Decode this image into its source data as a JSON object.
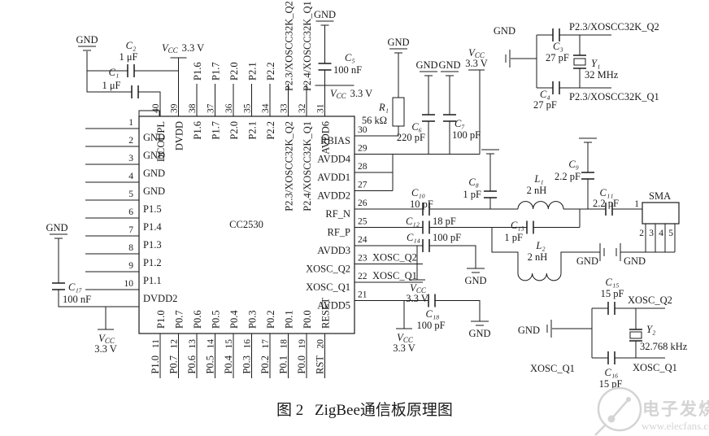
{
  "figure": {
    "caption_prefix": "图 2",
    "caption": "ZigBee通信板原理图"
  },
  "watermark": {
    "brand": "电子发烧友",
    "site": "www.elecfans.com"
  },
  "colors": {
    "ink": "#1a1a1a",
    "watermark": "#d4d4d4"
  },
  "power": {
    "v": "V",
    "v_sub": "CC",
    "val": "3.3 V",
    "gnd": "GND"
  },
  "chip": {
    "name": "CC2530",
    "left_pins": [
      {
        "n": "1",
        "label": "GND"
      },
      {
        "n": "2",
        "label": "GND"
      },
      {
        "n": "3",
        "label": "GND"
      },
      {
        "n": "4",
        "label": "GND"
      },
      {
        "n": "5",
        "label": "P1.5"
      },
      {
        "n": "6",
        "label": "P1.4"
      },
      {
        "n": "7",
        "label": "P1.3"
      },
      {
        "n": "8",
        "label": "P1.2"
      },
      {
        "n": "9",
        "label": "P1.1"
      },
      {
        "n": "10",
        "label": "DVDD2"
      }
    ],
    "top_pins": [
      {
        "n": "40",
        "inner": "DCOUPL",
        "outer": ""
      },
      {
        "n": "39",
        "inner": "DVDD",
        "outer": ""
      },
      {
        "n": "38",
        "inner": "P1.6",
        "outer": "P1.6"
      },
      {
        "n": "37",
        "inner": "P1.7",
        "outer": "P1.7"
      },
      {
        "n": "36",
        "inner": "P2.0",
        "outer": "P2.0"
      },
      {
        "n": "35",
        "inner": "P2.1",
        "outer": "P2.1"
      },
      {
        "n": "34",
        "inner": "P2.2",
        "outer": "P2.2"
      },
      {
        "n": "33",
        "inner": "P2.3/XOSCC32K_Q2",
        "outer": "P2.3/XOSCC32K_Q2"
      },
      {
        "n": "32",
        "inner": "P2.4/XOSCC32K_Q1",
        "outer": "P2.4/XOSCC32K_Q1"
      },
      {
        "n": "31",
        "inner": "AVDD6",
        "outer": ""
      }
    ],
    "right_pins": [
      {
        "n": "30",
        "inner": "RBIAS",
        "outer": ""
      },
      {
        "n": "29",
        "inner": "AVDD4",
        "outer": ""
      },
      {
        "n": "28",
        "inner": "AVDD1",
        "outer": ""
      },
      {
        "n": "27",
        "inner": "AVDD2",
        "outer": ""
      },
      {
        "n": "26",
        "inner": "RF_N",
        "outer": ""
      },
      {
        "n": "25",
        "inner": "RF_P",
        "outer": ""
      },
      {
        "n": "24",
        "inner": "AVDD3",
        "outer": ""
      },
      {
        "n": "23",
        "inner": "XOSC_Q2",
        "outer": "XOSC_Q2"
      },
      {
        "n": "22",
        "inner": "XOSC_Q1",
        "outer": "XOSC_Q1"
      },
      {
        "n": "21",
        "inner": "AVDD5",
        "outer": ""
      }
    ],
    "bottom_pins": [
      {
        "n": "11",
        "inner": "P1.0",
        "outer": "P1.0"
      },
      {
        "n": "12",
        "inner": "P0.7",
        "outer": "P0.7"
      },
      {
        "n": "13",
        "inner": "P0.6",
        "outer": "P0.6"
      },
      {
        "n": "14",
        "inner": "P0.5",
        "outer": "P0.5"
      },
      {
        "n": "15",
        "inner": "P0.4",
        "outer": "P0.4"
      },
      {
        "n": "16",
        "inner": "P0.3",
        "outer": "P0.3"
      },
      {
        "n": "17",
        "inner": "P0.2",
        "outer": "P0.2"
      },
      {
        "n": "18",
        "inner": "P0.1",
        "outer": "P0.1"
      },
      {
        "n": "19",
        "inner": "P0.0",
        "outer": "P0.0"
      },
      {
        "n": "20",
        "inner": "RESET",
        "outer": "RST"
      }
    ]
  },
  "components": {
    "c1": {
      "ref": "C₁",
      "val": "1 μF"
    },
    "c2": {
      "ref": "C₂",
      "val": "1 μF"
    },
    "c3": {
      "ref": "C₃",
      "val": "27 pF"
    },
    "c4": {
      "ref": "C₄",
      "val": "27 pF"
    },
    "c5": {
      "ref": "C₅",
      "val": "100 nF"
    },
    "c6": {
      "ref": "C₆",
      "val": "220 pF"
    },
    "c7": {
      "ref": "C₇",
      "val": "100 pF"
    },
    "c8": {
      "ref": "C₈",
      "val": "1 pF"
    },
    "c9": {
      "ref": "C₉",
      "val": "2.2 pF"
    },
    "c10": {
      "ref": "C₁₀",
      "val": "10 pF"
    },
    "c11": {
      "ref": "C₁₁",
      "val": "2.2 pF"
    },
    "c12": {
      "ref": "C₁₂",
      "val": "18 pF"
    },
    "c13": {
      "ref": "C₁₃",
      "val": "1 pF"
    },
    "c14": {
      "ref": "C₁₄",
      "val": "100 pF"
    },
    "c15": {
      "ref": "C₁₅",
      "val": "15 pF"
    },
    "c16": {
      "ref": "C₁₆",
      "val": "15 pF"
    },
    "c17": {
      "ref": "C₁₇",
      "val": "100 nF"
    },
    "c18": {
      "ref": "C₁₈",
      "val": "100 pF"
    },
    "r1": {
      "ref": "R₁",
      "val": "56 kΩ"
    },
    "l1": {
      "ref": "L₁",
      "val": "2 nH"
    },
    "l2": {
      "ref": "L₂",
      "val": "2 nH"
    },
    "y1": {
      "ref": "Y₁",
      "val": "32 MHz"
    },
    "y2": {
      "ref": "Y₂",
      "val": "32.768 kHz"
    }
  },
  "nets": {
    "xoscc32k_q2": "P2.3/XOSCC32K_Q2",
    "xoscc32k_q1": "P2.3/XOSCC32K_Q1",
    "xosc_q2": "XOSC_Q2",
    "xosc_q1": "XOSC_Q1"
  },
  "sma": {
    "name": "SMA",
    "p1": "1",
    "p2": "2",
    "p3": "3",
    "p4": "4",
    "p5": "5"
  }
}
